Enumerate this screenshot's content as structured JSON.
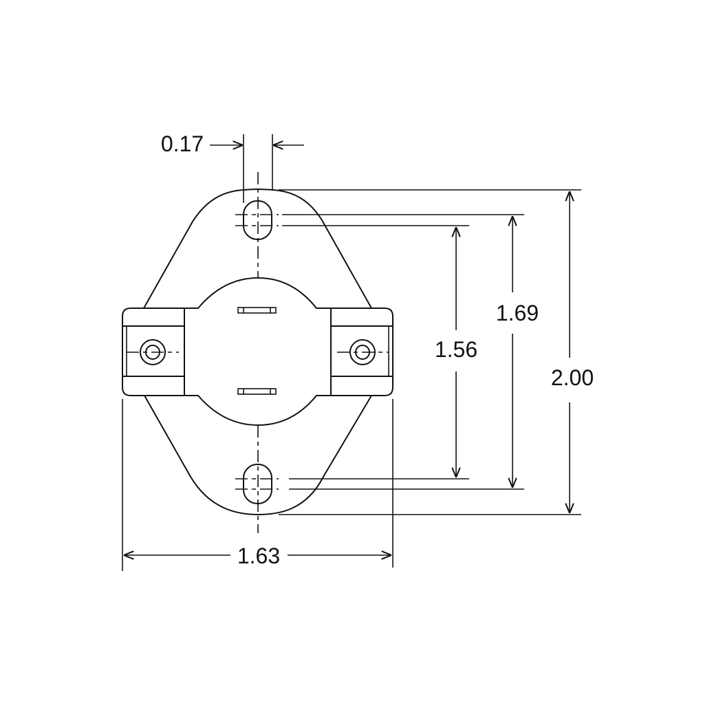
{
  "dimensions": {
    "hole_width": "0.17",
    "overall_height": "2.00",
    "hole_outer_spacing": "1.69",
    "hole_inner_spacing": "1.56",
    "bracket_width": "1.63"
  },
  "colors": {
    "line": "#111111",
    "background": "#ffffff"
  }
}
